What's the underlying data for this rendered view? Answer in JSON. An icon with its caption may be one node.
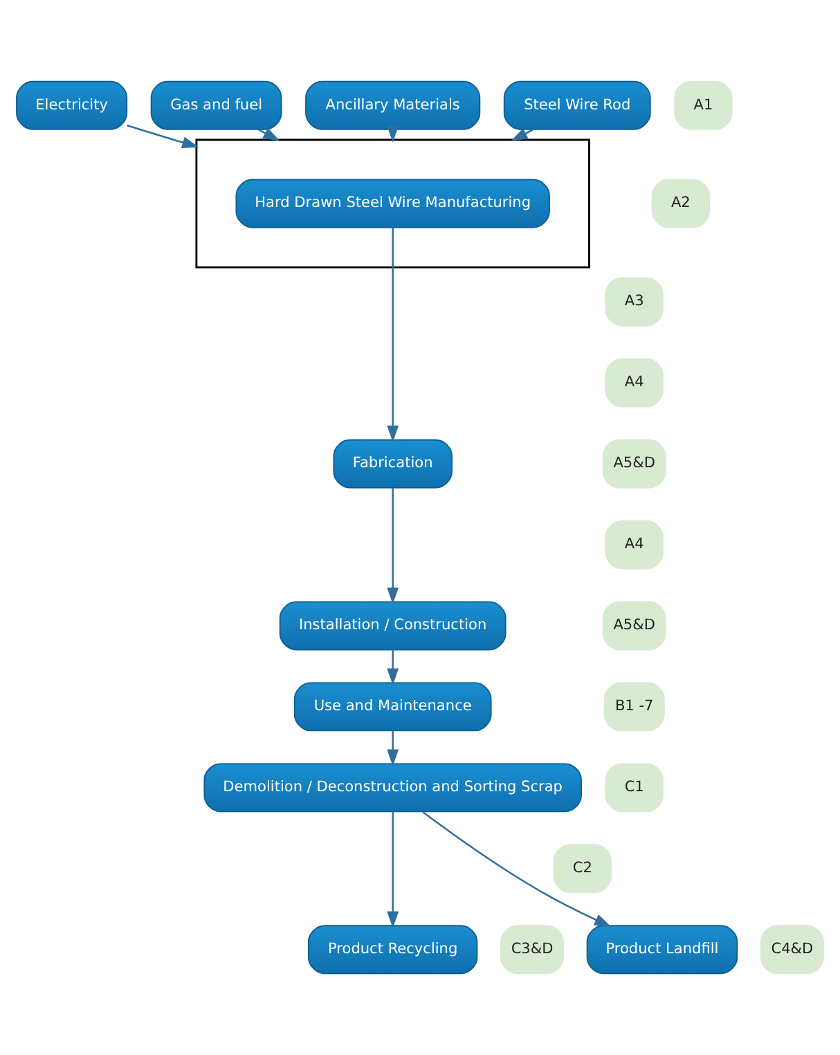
{
  "diagram": {
    "nodes": [
      {
        "text": [
          "Steel Wire Rod"
        ]
      },
      {
        "text": [
          "Electricity"
        ]
      },
      {
        "text": [
          "Gas and fuel"
        ]
      },
      {
        "text": [
          "Ancillary Materials"
        ]
      },
      {
        "text": [],
        "shape": "box"
      },
      {
        "text": [
          "Hard Drawn Steel Wire Manufacturing"
        ],
        "in": 4
      },
      {
        "text": [
          "Fabrication"
        ]
      },
      {
        "text": [
          "Installation / Construction"
        ]
      },
      {
        "text": [
          "Use and Maintenance"
        ]
      },
      {
        "text": [
          "Demolition / Deconstruction and Sorting Scrap"
        ]
      },
      {
        "text": [
          "Product Recycling"
        ]
      },
      {
        "text": [
          "Product Landfill"
        ]
      },
      {
        "text": [
          "A1"
        ]
      },
      {
        "text": [
          "A2"
        ]
      },
      {
        "text": [
          "A3"
        ]
      },
      {
        "text": [
          "A4"
        ]
      },
      {
        "text": [
          "A5&D"
        ]
      },
      {
        "text": [
          "A4"
        ]
      },
      {
        "text": [
          "A5&D"
        ]
      },
      {
        "text": [
          "B1 -7"
        ]
      },
      {
        "text": [
          "C1"
        ]
      },
      {
        "text": [
          "C2"
        ]
      },
      {
        "text": [
          "C3&D"
        ]
      },
      {
        "text": [
          "C4&D"
        ]
      }
    ],
    "edges": [
      {
        "from": 0,
        "to": 4,
        "arrow": "to"
      },
      {
        "from": 1,
        "to": 4,
        "arrow": "to"
      },
      {
        "from": 2,
        "to": 4,
        "arrow": "to"
      },
      {
        "from": 3,
        "to": 4,
        "arrow": "to"
      },
      {
        "from": 5,
        "to": 6,
        "arrow": "to"
      },
      {
        "from": 6,
        "to": 7,
        "arrow": "to"
      },
      {
        "from": 7,
        "to": 8,
        "arrow": "to"
      },
      {
        "from": 8,
        "to": 9,
        "arrow": "to"
      },
      {
        "from": 9,
        "to": 10,
        "arrow": "to"
      },
      {
        "from": 9,
        "to": 11,
        "arrow": "to"
      }
    ]
  }
}
